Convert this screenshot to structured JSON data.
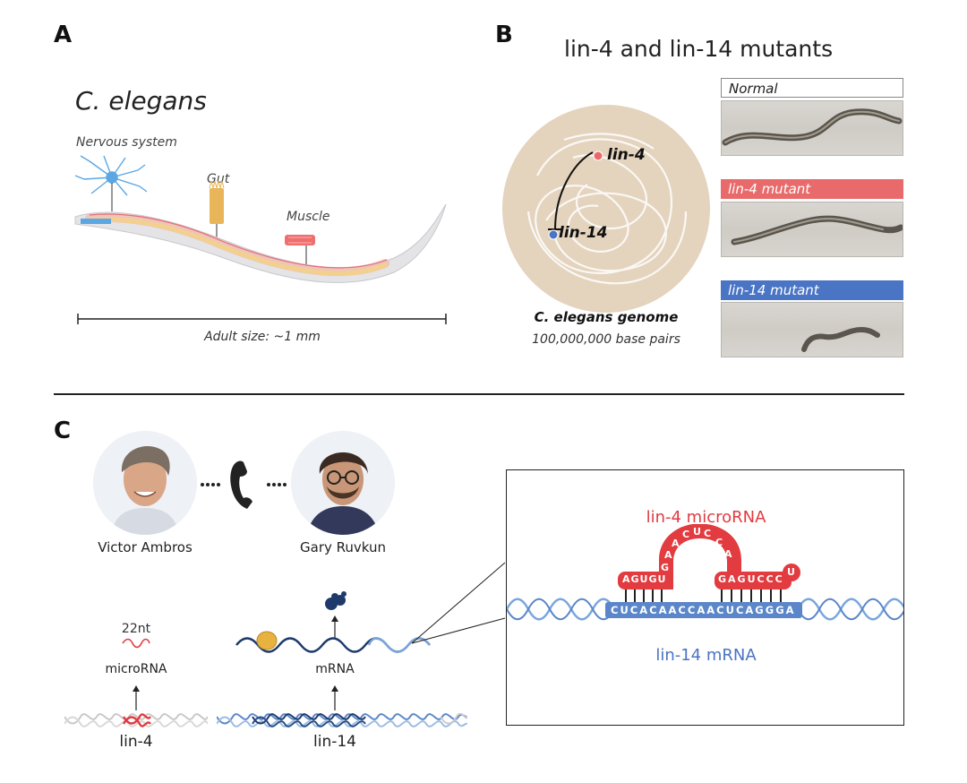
{
  "panels": {
    "a": "A",
    "b": "B",
    "c": "C"
  },
  "panelA": {
    "title": "C. elegans",
    "nervous": "Nervous system",
    "gut": "Gut",
    "muscle": "Muscle",
    "size": "Adult size: ~1 mm"
  },
  "panelB": {
    "title": "lin-4 and lin-14 mutants",
    "gene1": "lin-4",
    "gene2": "lin-14",
    "genome_title": "C. elegans genome",
    "genome_size": "100,000,000 base pairs",
    "photos": [
      {
        "label": "Normal",
        "color": "#ffffff",
        "textColor": "#222222"
      },
      {
        "label": "lin-4 mutant",
        "color": "#e96a6a",
        "textColor": "#ffffff"
      },
      {
        "label": "lin-14 mutant",
        "color": "#4a74c4",
        "textColor": "#ffffff"
      }
    ]
  },
  "panelC": {
    "person1": "Victor Ambros",
    "person2": "Gary Ruvkun",
    "nt": "22nt",
    "microrna": "microRNA",
    "mrna": "mRNA",
    "gene1": "lin-4",
    "gene2": "lin-14",
    "inset_top": "lin-4 microRNA",
    "inset_bottom": "lin-14 mRNA",
    "mirna_left": [
      "A",
      "G",
      "U",
      "G",
      "U"
    ],
    "mirna_loop": [
      "G",
      "A",
      "A",
      "C",
      "U",
      "C",
      "C",
      "A"
    ],
    "mirna_right": [
      "G",
      "A",
      "G",
      "U",
      "C",
      "C",
      "C"
    ],
    "mirna_tail": "U",
    "mrna_seq": [
      "C",
      "U",
      "C",
      "A",
      "C",
      "A",
      "A",
      "C",
      "C",
      "A",
      "A",
      "C",
      "U",
      "C",
      "A",
      "G",
      "G",
      "G",
      "A"
    ]
  },
  "colors": {
    "red": "#e23b40",
    "blue": "#5b86c9",
    "darkblue": "#1e3a6b",
    "tan": "#e7d6c1"
  }
}
